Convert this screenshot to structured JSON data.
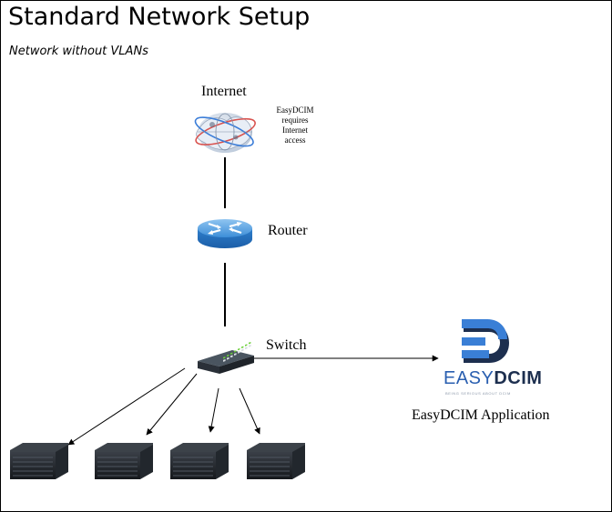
{
  "title": "Standard Network Setup",
  "subtitle": "Network without VLANs",
  "nodes": {
    "internet": {
      "label": "Internet",
      "icon": "globe-icon",
      "note": {
        "line1": "EasyDCIM",
        "line2": "requires",
        "line3": "Internet",
        "line4": "access"
      }
    },
    "router": {
      "label": "Router",
      "icon": "router-icon"
    },
    "switch": {
      "label": "Switch",
      "icon": "switch-icon"
    },
    "application": {
      "label": "EasyDCIM Application",
      "icon": "easydcim-logo",
      "logo": {
        "word1": "EASY",
        "word2": "DCIM",
        "tagline": "BEING SERIOUS ABOUT DCIM"
      }
    },
    "servers": [
      {
        "icon": "server-icon"
      },
      {
        "icon": "server-icon"
      },
      {
        "icon": "server-icon"
      },
      {
        "icon": "server-icon"
      }
    ]
  },
  "colors": {
    "line": "#000000",
    "router_blue": "#3d8ed8",
    "logo_blue": "#2a5fb0",
    "logo_dark": "#1d2f4f"
  }
}
